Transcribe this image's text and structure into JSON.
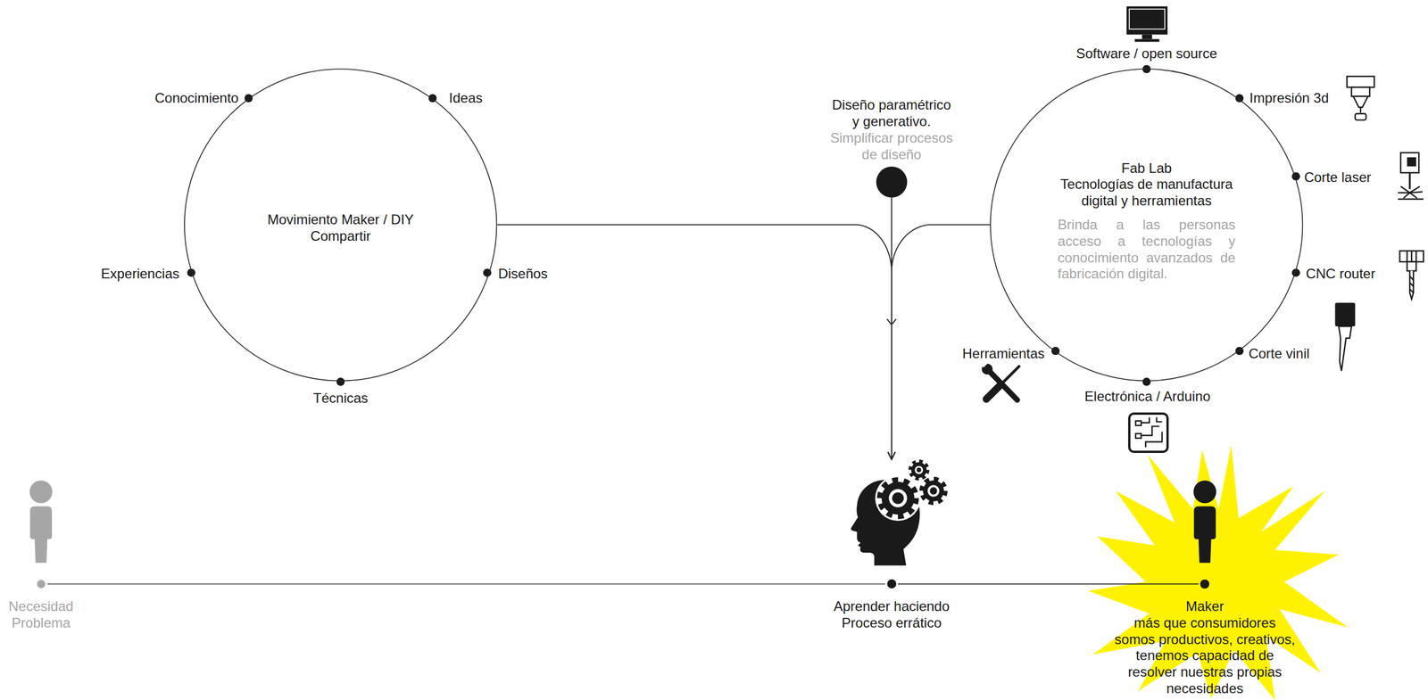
{
  "diagram": {
    "nodes": [
      {
        "text": [
          "Movimiento Maker / DIY Compartir"
        ]
      },
      {
        "text": [
          "Diseño paramétrico y generativo.",
          "Simplificar procesos de diseño"
        ]
      },
      {
        "text": [
          "Fab Lab",
          "Tecnologías de manufactura digital y herramientas",
          "Brinda a las personas acceso a tecnologías y conocimiento avanzados de fabricación digital."
        ]
      },
      {
        "text": [
          "Necesidad Problema"
        ]
      },
      {
        "text": [
          "Aprender haciendo Proceso errático"
        ]
      },
      {
        "text": [
          "Maker",
          "más que consumidores somos productivos, creativos, tenemos capacidad de resolver nuestras propias necesidades"
        ]
      }
    ],
    "edges": [
      {
        "from": 0,
        "to": 4,
        "arrow": "to"
      },
      {
        "from": 1,
        "to": 4,
        "arrow": "to"
      },
      {
        "from": 2,
        "to": 4,
        "arrow": "to"
      },
      {
        "from": 3,
        "to": 4,
        "arrow": "none"
      },
      {
        "from": 4,
        "to": 5,
        "arrow": "none"
      }
    ],
    "labels": [
      "Conocimiento",
      "Ideas",
      "Experiencias",
      "Diseños",
      "Técnicas",
      "Software / open source",
      "Impresión 3d",
      "Corte laser",
      "CNC router",
      "Corte vinil",
      "Electrónica / Arduino",
      "Herramientas"
    ]
  }
}
